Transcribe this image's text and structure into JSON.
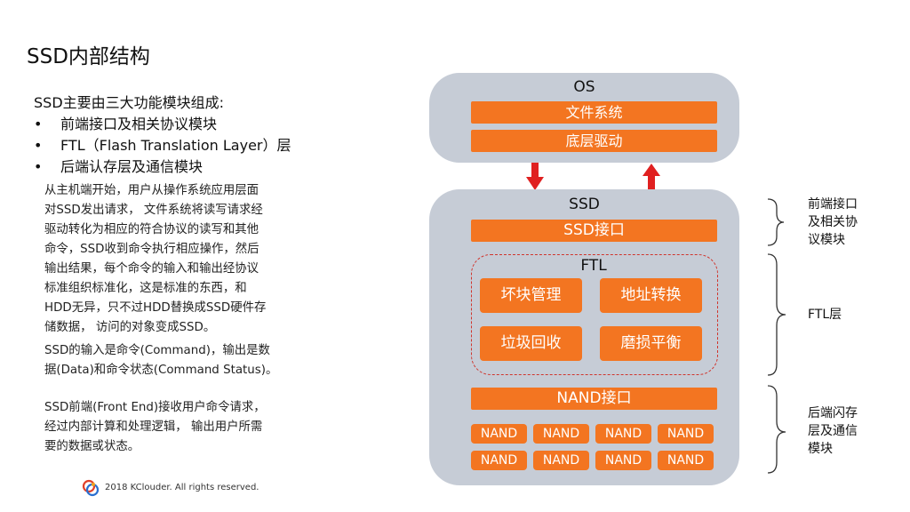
{
  "slide": {
    "title": "SSD内部结构",
    "intro": "SSD主要由三大功能模块组成:",
    "bullet_symbol": "•",
    "bullets": [
      "前端接口及相关协议模块",
      "FTL（Flash Translation Layer）层",
      "后端认存层及通信模块"
    ],
    "paragraphs": [
      [
        "从主机端开始，用户从操作系统应用层面",
        "对SSD发出请求， 文件系统将读写请求经",
        "驱动转化为相应的符合协议的读写和其他",
        "命令，SSD收到命令执行相应操作，然后",
        "输出结果，每个命令的输入和输出经协议",
        "标准组织标准化，这是标准的东西，和",
        "HDD无异，只不过HDD替换成SSD硬件存",
        "储数据， 访问的对象变成SSD。"
      ],
      [
        "SSD的输入是命令(Command)，输出是数",
        "据(Data)和命令状态(Command Status)。"
      ],
      [
        "SSD前端(Front End)接收用户命令请求，",
        "经过内部计算和处理逻辑， 输出用户所需",
        "要的数据或状态。"
      ]
    ],
    "footer": "2018 KClouder.  All rights reserved."
  },
  "diagram": {
    "os": {
      "label": "OS",
      "blocks": [
        "文件系统",
        "底层驱动"
      ]
    },
    "ssd": {
      "label": "SSD",
      "interface": "SSD接口",
      "ftl": {
        "label": "FTL",
        "modules": [
          "坏块管理",
          "地址转换",
          "垃圾回收",
          "磨损平衡"
        ]
      },
      "nand_interface": "NAND接口",
      "nand_chips": [
        "NAND",
        "NAND",
        "NAND",
        "NAND",
        "NAND",
        "NAND",
        "NAND",
        "NAND"
      ]
    },
    "side_labels": [
      [
        "前端接口",
        "及相关协",
        "议模块"
      ],
      [
        "FTL层"
      ],
      [
        "后端闪存",
        "层及通信",
        "模块"
      ]
    ],
    "colors": {
      "block": "#f37521",
      "panel": "#c6ccd6",
      "arrow": "#e02020",
      "ftl_border": "#d0352d"
    }
  }
}
